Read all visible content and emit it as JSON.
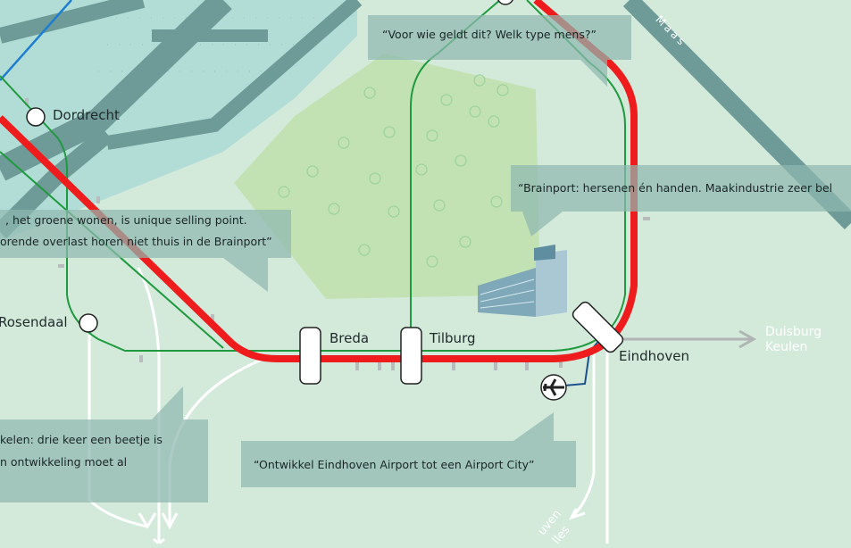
{
  "stations": {
    "dordrecht": "Dordrecht",
    "rosendaal": "Rosendaal",
    "breda": "Breda",
    "tilburg": "Tilburg",
    "eindhoven": "Eindhoven"
  },
  "river": "Maas",
  "destinations": {
    "east_line1": "Duisburg",
    "east_line2": "Keulen",
    "south_line1": "uven",
    "south_line2": "lles"
  },
  "callouts": {
    "top": "“Voor wie geldt dit? Welk type mens?”",
    "right": "“Brainport: hersenen én handen. Maakindustrie zeer bel",
    "left_line1": ", het groene wonen, is unique selling point.",
    "left_line2": "orende overlast horen niet thuis in de Brainport”",
    "bottom_left_line1": "kelen: drie keer een beetje is",
    "bottom_left_line2": "n ontwikkeling moet al",
    "bottom": "“Ontwikkel Eindhoven Airport tot een Airport City”"
  },
  "colors": {
    "rail": "#ee1c1c",
    "green_line": "#1f9a3e",
    "blue_line": "#1e7fd0",
    "background": "#d3eadb"
  }
}
